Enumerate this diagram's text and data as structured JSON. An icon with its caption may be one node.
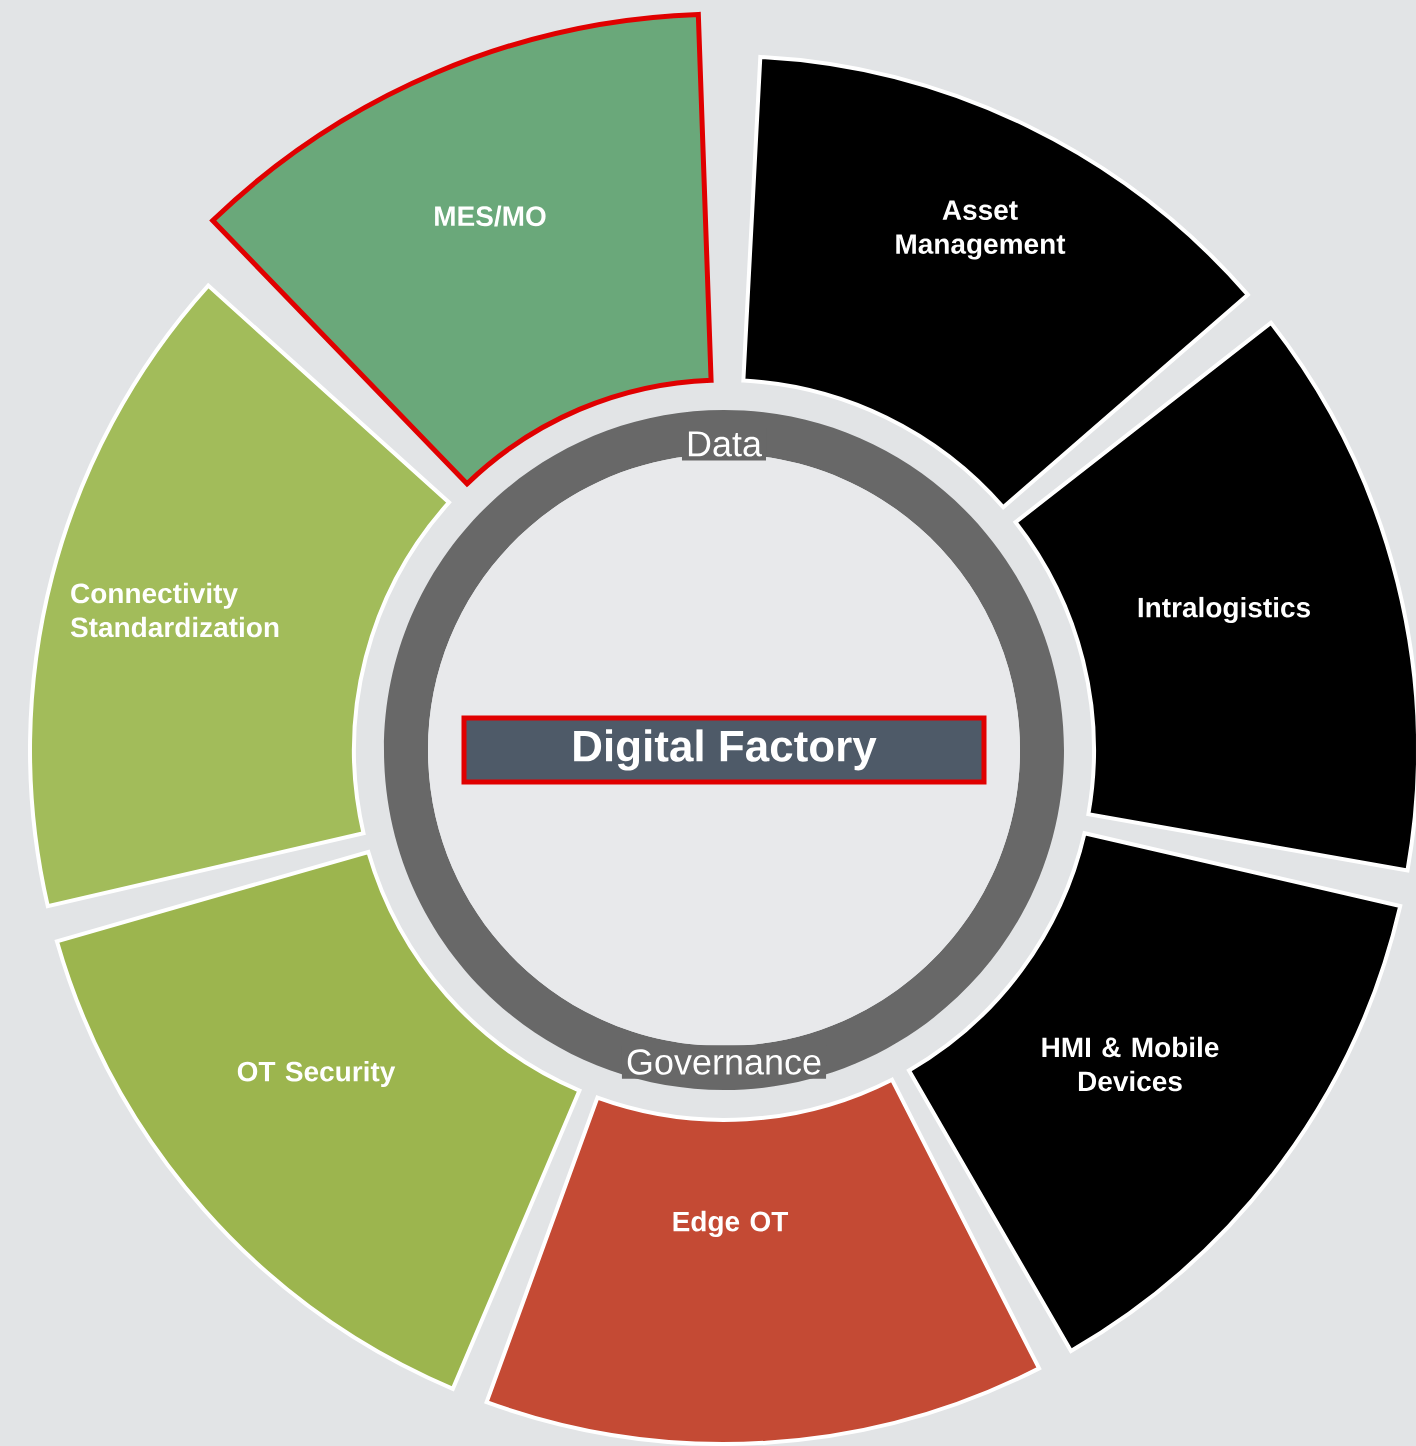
{
  "diagram": {
    "nodes": [
      {
        "text": [
          "Data",
          "Governance"
        ]
      },
      {
        "text": [
          "Digital Factory"
        ],
        "in": 0
      },
      {
        "text": [
          "MES/MO"
        ]
      },
      {
        "text": [
          "Asset Management"
        ]
      },
      {
        "text": [
          "Intralogistics"
        ]
      },
      {
        "text": [
          "HMI & Mobile Devices"
        ]
      },
      {
        "text": [
          "Edge OT"
        ]
      },
      {
        "text": [
          "OT Security"
        ]
      },
      {
        "text": [
          "Connectivity Standardization"
        ]
      }
    ]
  }
}
